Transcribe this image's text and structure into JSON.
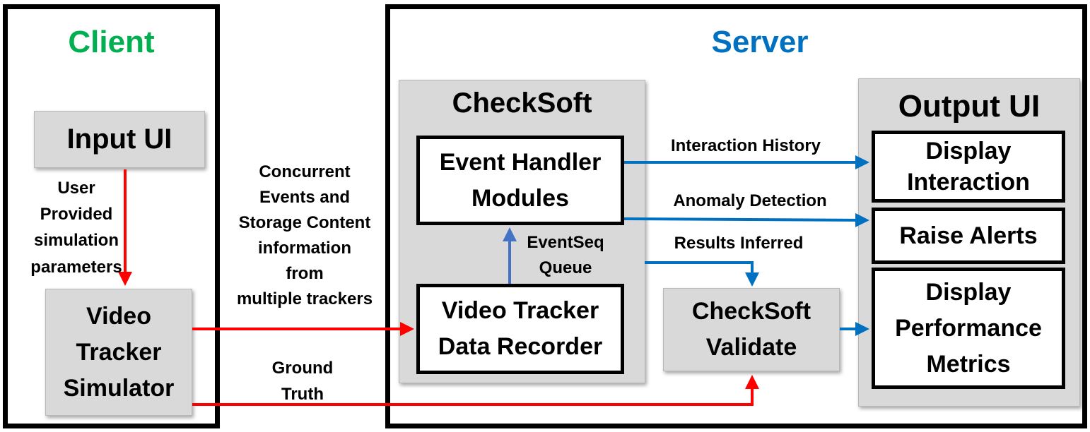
{
  "client": {
    "title": "Client",
    "title_color": "#00b050"
  },
  "server": {
    "title": "Server",
    "title_color": "#0070c0"
  },
  "nodes": {
    "input_ui": "Input UI",
    "simulator": "Video\nTracker\nSimulator",
    "checksoft": "CheckSoft",
    "event_handler": "Event Handler\nModules",
    "data_recorder": "Video Tracker\nData Recorder",
    "validate": "CheckSoft\nValidate",
    "output_ui": "Output UI",
    "display_interaction": "Display\nInteraction",
    "raise_alerts": "Raise Alerts",
    "display_performance": "Display\nPerformance\nMetrics"
  },
  "edge_labels": {
    "user_params": "User\nProvided\nsimulation\nparameters",
    "concurrent": "Concurrent\nEvents and\nStorage Content\ninformation\nfrom\nmultiple trackers",
    "ground_truth": "Ground\nTruth",
    "eventseq": "EventSeq\nQueue",
    "interaction_history": "Interaction History",
    "anomaly_detection": "Anomaly Detection",
    "results_inferred": "Results Inferred"
  },
  "colors": {
    "red_arrow": "#ff0000",
    "blue_arrow": "#0070c0",
    "grey_box": "#d9d9d9",
    "eventseq_arrow": "#4472c4"
  }
}
